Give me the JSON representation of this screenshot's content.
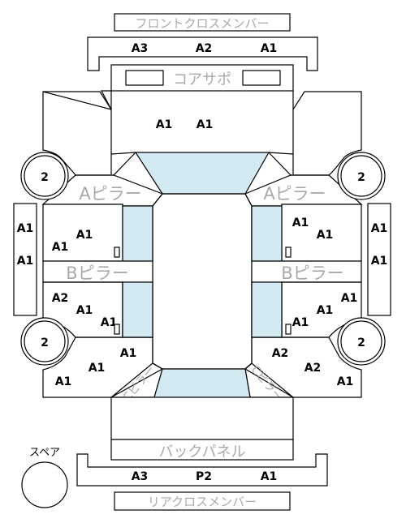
{
  "front_cross_member": "フロントクロスメンバー",
  "rear_cross_member": "リアクロスメンバー",
  "core_support": "コアサポ",
  "back_panel": "バックパネル",
  "a_pillar": "Aピラー",
  "b_pillar": "Bピラー",
  "c_pillar": "Cピラー",
  "spare": "スペア",
  "front_member_grades": [
    "A3",
    "A2",
    "A1"
  ],
  "rear_member_grades": [
    "A3",
    "P2",
    "A1"
  ],
  "hood_grades": [
    "A1",
    "A1"
  ],
  "tires": [
    "2",
    "2",
    "2",
    "2"
  ],
  "left_side": {
    "outer_panel": [
      "A1",
      "A1"
    ],
    "front_door": [
      "A1",
      "A1",
      "□"
    ],
    "rear_door": [
      "A2",
      "A1",
      "A1",
      "□"
    ],
    "rear_quarter": [
      "A1",
      "A1",
      "A1"
    ]
  },
  "right_side": {
    "outer_panel": [
      "A1",
      "A1"
    ],
    "front_door": [
      "A1",
      "A1",
      "□"
    ],
    "rear_door": [
      "A1",
      "A1",
      "A1",
      "□"
    ],
    "rear_quarter": [
      "A2",
      "A2",
      "A1"
    ]
  }
}
